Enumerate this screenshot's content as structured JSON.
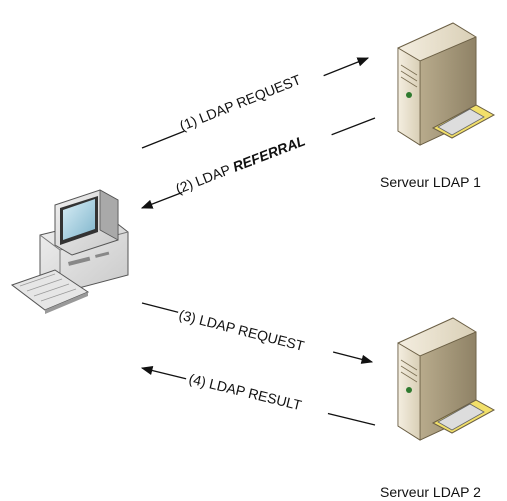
{
  "diagram": {
    "client": {
      "icon": "desktop-computer-icon"
    },
    "servers": [
      {
        "label": "Serveur LDAP 1",
        "icon": "server-tower-icon"
      },
      {
        "label": "Serveur LDAP 2",
        "icon": "server-tower-icon"
      }
    ],
    "messages": [
      {
        "prefix": "(1) LDAP ",
        "emphasis": "REQUEST"
      },
      {
        "prefix": "(2) LDAP ",
        "emphasis": "REFERRAL"
      },
      {
        "prefix": "(3) LDAP ",
        "emphasis": "REQUEST"
      },
      {
        "prefix": "(4) LDAP ",
        "emphasis": "RESULT"
      }
    ]
  }
}
